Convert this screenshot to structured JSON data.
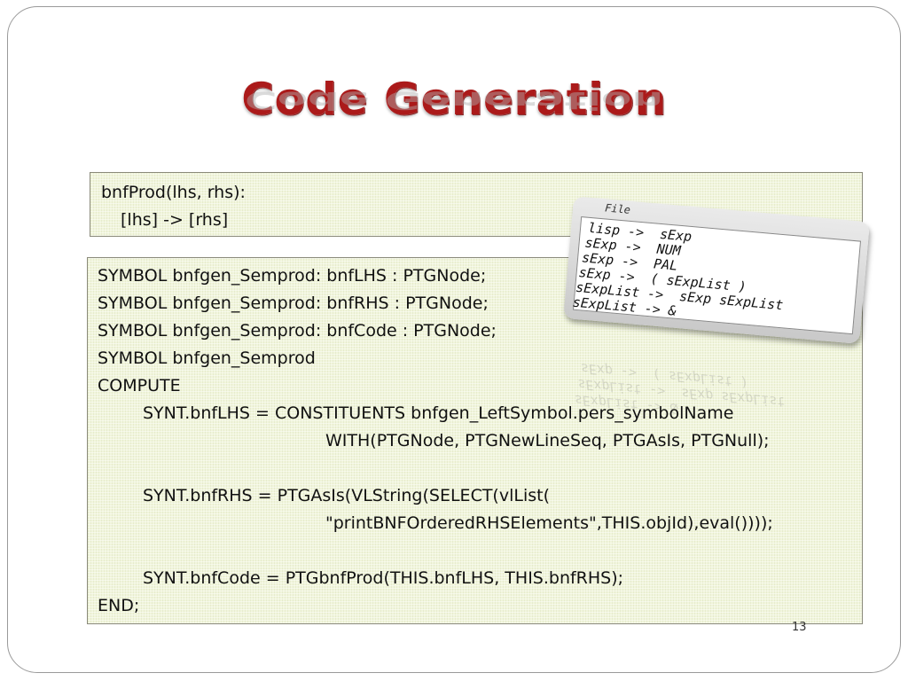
{
  "slide": {
    "title": "Code Generation",
    "page_number": "13"
  },
  "box1": {
    "lines": [
      "bnfProd(lhs, rhs):",
      "[lhs] -> [rhs]"
    ]
  },
  "box2": {
    "lines": [
      "SYMBOL bnfgen_Semprod: bnfLHS : PTGNode;",
      "SYMBOL bnfgen_Semprod: bnfRHS : PTGNode;",
      "SYMBOL bnfgen_Semprod: bnfCode : PTGNode;",
      "SYMBOL bnfgen_Semprod",
      "COMPUTE",
      "SYNT.bnfLHS = CONSTITUENTS bnfgen_LeftSymbol.pers_symbolName",
      "WITH(PTGNode, PTGNewLineSeq, PTGAsIs, PTGNull);",
      "SYNT.bnfRHS = PTGAsIs(VLString(SELECT(vlList(",
      "\"printBNFOrderedRHSElements\",THIS.objId),eval())));",
      "SYNT.bnfCode = PTGbnfProd(THIS.bnfLHS, THIS.bnfRHS);",
      "END;"
    ]
  },
  "picture": {
    "menu": "File",
    "lines": [
      "lisp ->  sExp",
      "sExp ->  NUM",
      "sExp ->  PAL",
      "sExp ->  ( sExpList )",
      "sExpList ->  sExp sExpList",
      "sExpList -> &"
    ]
  }
}
